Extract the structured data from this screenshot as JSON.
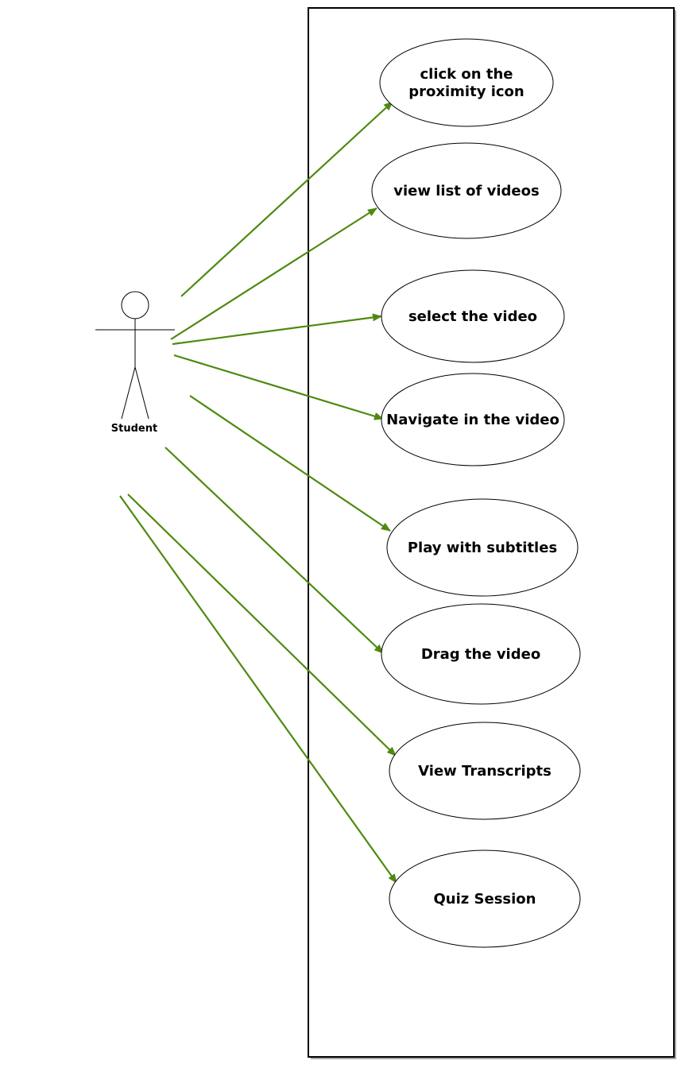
{
  "diagram": {
    "type": "use-case",
    "actor": {
      "name": "Student"
    },
    "use_cases": [
      {
        "id": "uc-proximity",
        "lines": [
          "click on the",
          "proximity icon"
        ]
      },
      {
        "id": "uc-list",
        "lines": [
          "view list of videos"
        ]
      },
      {
        "id": "uc-select",
        "lines": [
          "select the video"
        ]
      },
      {
        "id": "uc-navigate",
        "lines": [
          "Navigate in the video"
        ]
      },
      {
        "id": "uc-subtitles",
        "lines": [
          "Play with subtitles"
        ]
      },
      {
        "id": "uc-drag",
        "lines": [
          "Drag the video"
        ]
      },
      {
        "id": "uc-transcripts",
        "lines": [
          "View Transcripts"
        ]
      },
      {
        "id": "uc-quiz",
        "lines": [
          "Quiz Session"
        ]
      }
    ],
    "associations": [
      {
        "from": "actor",
        "to": "uc-proximity"
      },
      {
        "from": "actor",
        "to": "uc-list"
      },
      {
        "from": "actor",
        "to": "uc-select"
      },
      {
        "from": "actor",
        "to": "uc-navigate"
      },
      {
        "from": "actor",
        "to": "uc-subtitles"
      },
      {
        "from": "actor",
        "to": "uc-drag"
      },
      {
        "from": "actor",
        "to": "uc-transcripts"
      },
      {
        "from": "actor",
        "to": "uc-quiz"
      }
    ],
    "colors": {
      "association": "#4d8a0f",
      "outline": "#000000",
      "background": "#ffffff",
      "shadow": "#aaaaaa"
    }
  }
}
